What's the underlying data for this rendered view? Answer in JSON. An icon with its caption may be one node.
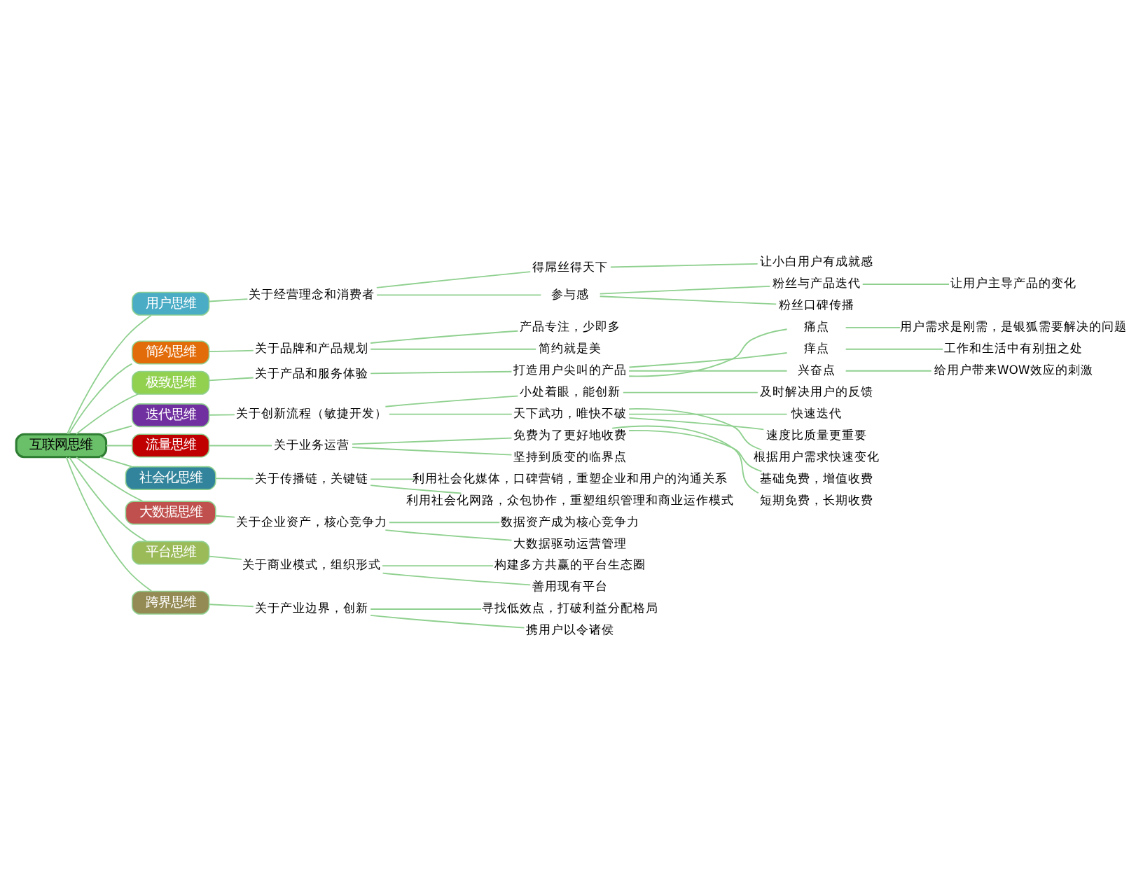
{
  "diagram": {
    "nodes": [
      {
        "text": [
          "互联网思维"
        ]
      },
      {
        "text": [
          "用户思维"
        ]
      },
      {
        "text": [
          "关于经营理念和消费者"
        ]
      },
      {
        "text": [
          "得屌丝得天下"
        ]
      },
      {
        "text": [
          "让小白用户有成就感"
        ]
      },
      {
        "text": [
          "参与感"
        ]
      },
      {
        "text": [
          "粉丝与产品迭代"
        ]
      },
      {
        "text": [
          "让用户主导产品的变化"
        ]
      },
      {
        "text": [
          "粉丝口碑传播"
        ]
      },
      {
        "text": [
          "简约思维"
        ]
      },
      {
        "text": [
          "关于品牌和产品规划"
        ]
      },
      {
        "text": [
          "产品专注，少即多"
        ]
      },
      {
        "text": [
          "简约就是美"
        ]
      },
      {
        "text": [
          "极致思维"
        ]
      },
      {
        "text": [
          "关于产品和服务体验"
        ]
      },
      {
        "text": [
          "打造用户尖叫的产品"
        ]
      },
      {
        "text": [
          "痛点"
        ]
      },
      {
        "text": [
          "用户需求是刚需，是银狐需要解决的问题"
        ]
      },
      {
        "text": [
          "痒点"
        ]
      },
      {
        "text": [
          "工作和生活中有别扭之处"
        ]
      },
      {
        "text": [
          "兴奋点"
        ]
      },
      {
        "text": [
          "给用户带来WOW效应的刺激"
        ]
      },
      {
        "text": [
          "迭代思维"
        ]
      },
      {
        "text": [
          "关于创新流程（敏捷开发）"
        ]
      },
      {
        "text": [
          "小处着眼，能创新"
        ]
      },
      {
        "text": [
          "及时解决用户的反馈"
        ]
      },
      {
        "text": [
          "天下武功，唯快不破"
        ]
      },
      {
        "text": [
          "快速迭代"
        ]
      },
      {
        "text": [
          "速度比质量更重要"
        ]
      },
      {
        "text": [
          "根据用户需求快速变化"
        ]
      },
      {
        "text": [
          "流量思维"
        ]
      },
      {
        "text": [
          "关于业务运营"
        ]
      },
      {
        "text": [
          "免费为了更好地收费"
        ]
      },
      {
        "text": [
          "基础免费，增值收费"
        ]
      },
      {
        "text": [
          "短期免费，长期收费"
        ]
      },
      {
        "text": [
          "坚持到质变的临界点"
        ]
      },
      {
        "text": [
          "社会化思维"
        ]
      },
      {
        "text": [
          "关于传播链，关键链"
        ]
      },
      {
        "text": [
          "利用社会化媒体，口碑营销，重塑企业和用户的沟通关系"
        ]
      },
      {
        "text": [
          "利用社会化网路，众包协作，重塑组织管理和商业运作模式"
        ]
      },
      {
        "text": [
          "大数据思维"
        ]
      },
      {
        "text": [
          "关于企业资产，核心竞争力"
        ]
      },
      {
        "text": [
          "数据资产成为核心竞争力"
        ]
      },
      {
        "text": [
          "大数据驱动运营管理"
        ]
      },
      {
        "text": [
          "平台思维"
        ]
      },
      {
        "text": [
          "关于商业模式，组织形式"
        ]
      },
      {
        "text": [
          "构建多方共赢的平台生态圈"
        ]
      },
      {
        "text": [
          "善用现有平台"
        ]
      },
      {
        "text": [
          "跨界思维"
        ]
      },
      {
        "text": [
          "关于产业边界，创新"
        ]
      },
      {
        "text": [
          "寻找低效点，打破利益分配格局"
        ]
      },
      {
        "text": [
          "携用户以令诸侯"
        ]
      }
    ],
    "edges": [
      {
        "from": 0,
        "to": 1,
        "arrow": "none"
      },
      {
        "from": 1,
        "to": 2,
        "arrow": "none"
      },
      {
        "from": 2,
        "to": 3,
        "arrow": "none"
      },
      {
        "from": 3,
        "to": 4,
        "arrow": "none"
      },
      {
        "from": 2,
        "to": 5,
        "arrow": "none"
      },
      {
        "from": 5,
        "to": 6,
        "arrow": "none"
      },
      {
        "from": 6,
        "to": 7,
        "arrow": "none"
      },
      {
        "from": 5,
        "to": 8,
        "arrow": "none"
      },
      {
        "from": 0,
        "to": 9,
        "arrow": "none"
      },
      {
        "from": 9,
        "to": 10,
        "arrow": "none"
      },
      {
        "from": 10,
        "to": 11,
        "arrow": "none"
      },
      {
        "from": 10,
        "to": 12,
        "arrow": "none"
      },
      {
        "from": 0,
        "to": 13,
        "arrow": "none"
      },
      {
        "from": 13,
        "to": 14,
        "arrow": "none"
      },
      {
        "from": 14,
        "to": 15,
        "arrow": "none"
      },
      {
        "from": 15,
        "to": 16,
        "arrow": "none"
      },
      {
        "from": 16,
        "to": 17,
        "arrow": "none"
      },
      {
        "from": 15,
        "to": 18,
        "arrow": "none"
      },
      {
        "from": 18,
        "to": 19,
        "arrow": "none"
      },
      {
        "from": 15,
        "to": 20,
        "arrow": "none"
      },
      {
        "from": 20,
        "to": 21,
        "arrow": "none"
      },
      {
        "from": 0,
        "to": 22,
        "arrow": "none"
      },
      {
        "from": 22,
        "to": 23,
        "arrow": "none"
      },
      {
        "from": 23,
        "to": 24,
        "arrow": "none"
      },
      {
        "from": 24,
        "to": 25,
        "arrow": "none"
      },
      {
        "from": 23,
        "to": 26,
        "arrow": "none"
      },
      {
        "from": 26,
        "to": 27,
        "arrow": "none"
      },
      {
        "from": 26,
        "to": 28,
        "arrow": "none"
      },
      {
        "from": 26,
        "to": 29,
        "arrow": "none"
      },
      {
        "from": 0,
        "to": 30,
        "arrow": "none"
      },
      {
        "from": 30,
        "to": 31,
        "arrow": "none"
      },
      {
        "from": 31,
        "to": 32,
        "arrow": "none"
      },
      {
        "from": 32,
        "to": 33,
        "arrow": "none"
      },
      {
        "from": 32,
        "to": 34,
        "arrow": "none"
      },
      {
        "from": 31,
        "to": 35,
        "arrow": "none"
      },
      {
        "from": 0,
        "to": 36,
        "arrow": "none"
      },
      {
        "from": 36,
        "to": 37,
        "arrow": "none"
      },
      {
        "from": 37,
        "to": 38,
        "arrow": "none"
      },
      {
        "from": 37,
        "to": 39,
        "arrow": "none"
      },
      {
        "from": 0,
        "to": 40,
        "arrow": "none"
      },
      {
        "from": 40,
        "to": 41,
        "arrow": "none"
      },
      {
        "from": 41,
        "to": 42,
        "arrow": "none"
      },
      {
        "from": 41,
        "to": 43,
        "arrow": "none"
      },
      {
        "from": 0,
        "to": 44,
        "arrow": "none"
      },
      {
        "from": 44,
        "to": 45,
        "arrow": "none"
      },
      {
        "from": 45,
        "to": 46,
        "arrow": "none"
      },
      {
        "from": 45,
        "to": 47,
        "arrow": "none"
      },
      {
        "from": 0,
        "to": 48,
        "arrow": "none"
      },
      {
        "from": 48,
        "to": 49,
        "arrow": "none"
      },
      {
        "from": 49,
        "to": 50,
        "arrow": "none"
      },
      {
        "from": 49,
        "to": 51,
        "arrow": "none"
      }
    ]
  }
}
